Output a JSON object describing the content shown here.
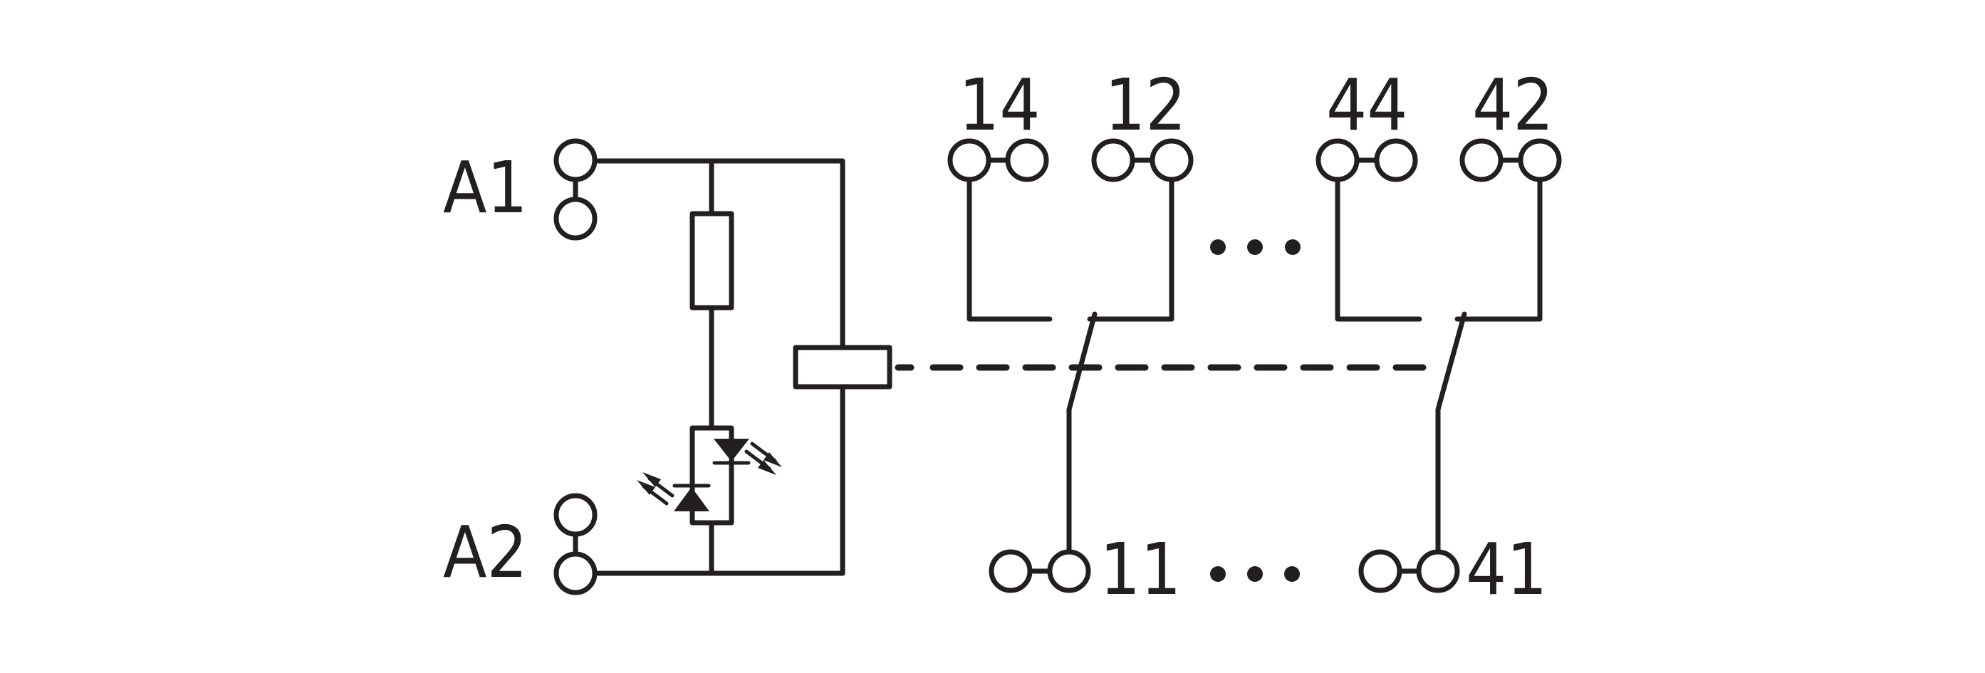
{
  "diagram": {
    "title": "Relay module wiring diagram",
    "colors": {
      "line": "#231f20",
      "background": "#ffffff"
    },
    "coil_terminals": [
      {
        "id": "A1",
        "label": "A1"
      },
      {
        "id": "A2",
        "label": "A2"
      }
    ],
    "components": [
      {
        "id": "resistor",
        "type": "resistor"
      },
      {
        "id": "led-pair",
        "type": "antiparallel-led"
      },
      {
        "id": "relay-coil",
        "type": "coil"
      }
    ],
    "contacts_top": [
      {
        "label": "14",
        "role": "NO"
      },
      {
        "label": "12",
        "role": "NC"
      },
      {
        "label": "44",
        "role": "NO"
      },
      {
        "label": "42",
        "role": "NC"
      }
    ],
    "contacts_bottom": [
      {
        "label": "11",
        "role": "COM"
      },
      {
        "label": "41",
        "role": "COM"
      }
    ],
    "ellipsis": "• • •"
  }
}
